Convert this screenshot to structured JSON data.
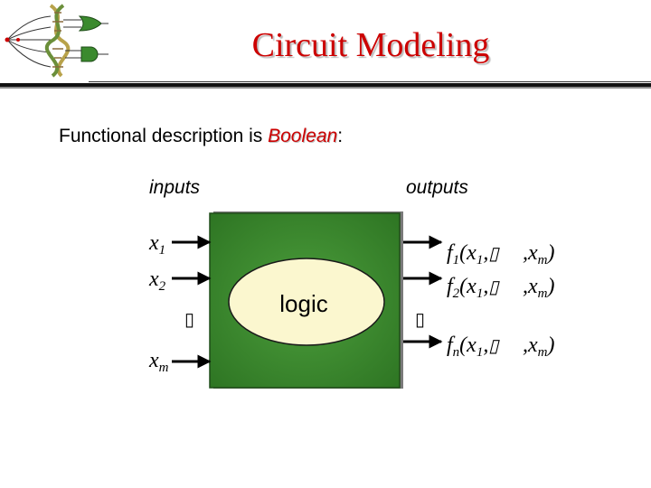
{
  "slide": {
    "title": "Circuit Modeling",
    "subtitle_prefix": "Functional description is ",
    "subtitle_emphasis": "Boolean",
    "subtitle_suffix": ":"
  },
  "diagram": {
    "inputs_label": "inputs",
    "outputs_label": "outputs",
    "block_label": "logic",
    "input_vars": [
      {
        "name": "x",
        "sub": "1"
      },
      {
        "name": "x",
        "sub": "2"
      },
      {
        "name": "x",
        "sub": "m"
      }
    ],
    "output_funcs": [
      {
        "name": "f",
        "sub": "1"
      },
      {
        "name": "f",
        "sub": "2"
      },
      {
        "name": "f",
        "sub": "n"
      }
    ],
    "placeholder_glyph": "▯",
    "colors": {
      "block_green": "#3b8a2e",
      "ellipse_fill": "#fbf7cf",
      "title_red": "#cc0000"
    }
  }
}
